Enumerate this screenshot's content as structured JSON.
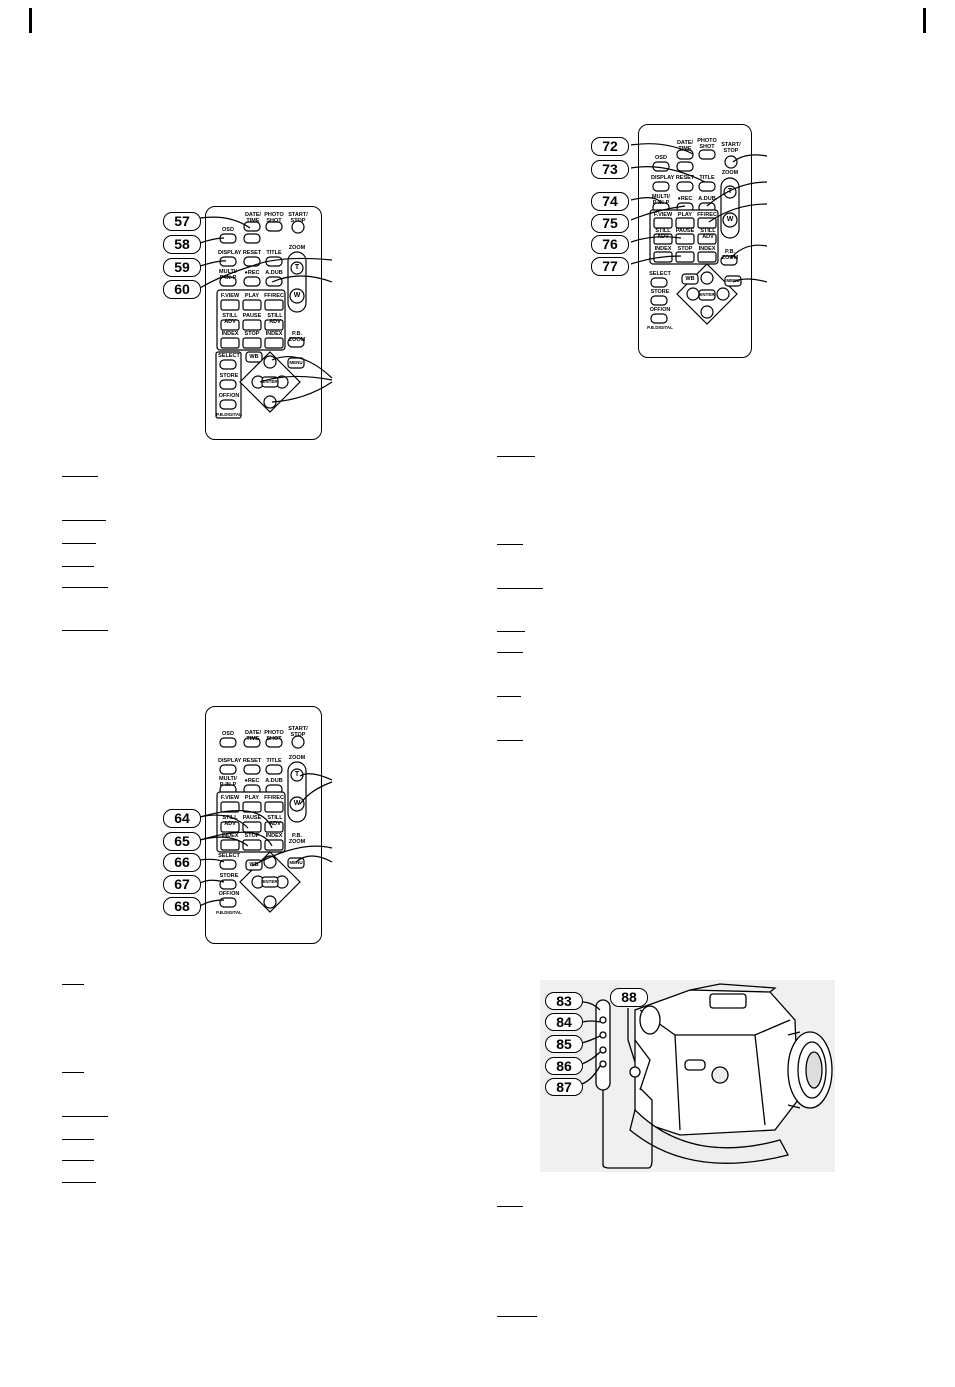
{
  "page": {
    "marker_left": "",
    "marker_right": ""
  },
  "remote1": {
    "labels": {
      "datetime": "DATE/ TIME",
      "photoshot": "PHOTO SHOT",
      "startstop": "START/ STOP",
      "osd": "OSD",
      "display": "DISPLAY",
      "reset": "RESET",
      "title": "TITLE",
      "zoom": "ZOOM",
      "multi": "MULTI/ P-IN-P",
      "rec": "●REC",
      "adub": "A.DUB",
      "fwd": "F.VIEW",
      "play": "PLAY",
      "ff": "FF/REC",
      "stilladv1": "STILL ADV",
      "pause": "PAUSE",
      "stilladv2": "STILL ADV",
      "index1": "INDEX",
      "stop": "STOP",
      "index2": "INDEX",
      "pbzoom": "P.B. ZOOM",
      "select": "SELECT",
      "store": "STORE",
      "offon": "OFF/ON",
      "pbdigital": "P.B.DIGITAL",
      "wb": "WB",
      "enter": "ENTER",
      "menu": "MENU",
      "t": "T",
      "w": "W"
    },
    "callouts": [
      "57",
      "58",
      "59",
      "60"
    ]
  },
  "remote2": {
    "callouts": [
      "64",
      "65",
      "66",
      "67",
      "68"
    ]
  },
  "remote3": {
    "callouts": [
      "72",
      "73",
      "74",
      "75",
      "76",
      "77"
    ]
  },
  "camera": {
    "callouts": [
      "83",
      "84",
      "85",
      "86",
      "87",
      "88"
    ]
  }
}
